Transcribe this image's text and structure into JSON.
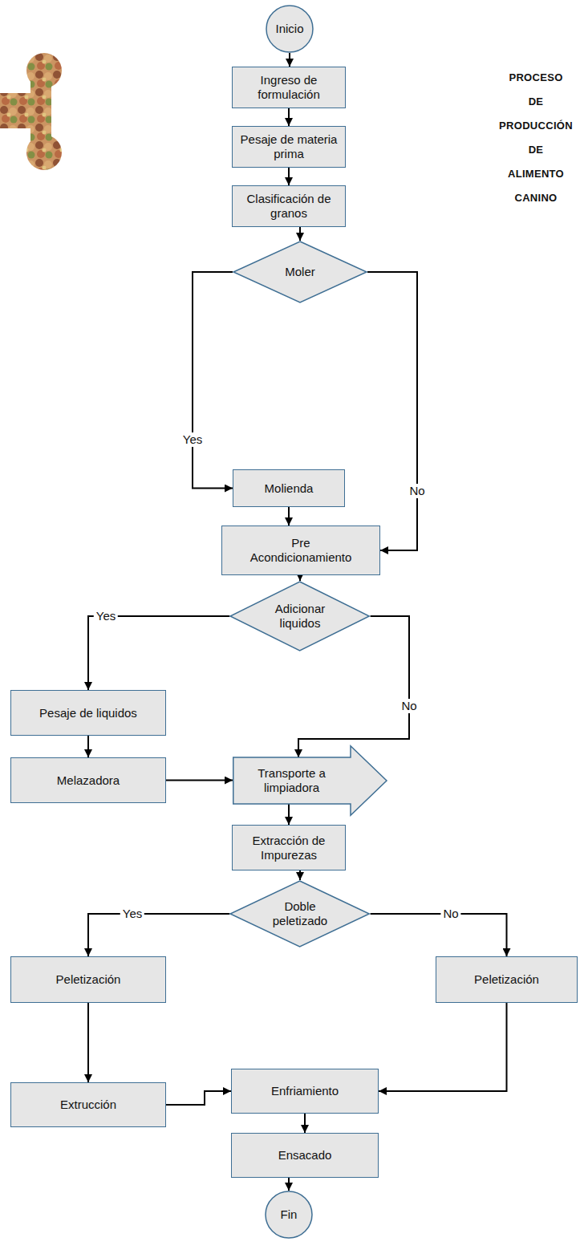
{
  "diagram": {
    "title": "PROCESO DE PRODUCCIÓN DE ALIMENTO CANINO",
    "nodes": [
      {
        "text": [
          "Inicio"
        ]
      },
      {
        "text": [
          "Ingreso de formulación"
        ]
      },
      {
        "text": [
          "Pesaje de materia prima"
        ]
      },
      {
        "text": [
          "Clasificación de granos"
        ]
      },
      {
        "text": [
          "Moler"
        ]
      },
      {
        "text": [
          "Molienda"
        ]
      },
      {
        "text": [
          "Pre Acondicionamiento"
        ]
      },
      {
        "text": [
          "Adicionar liquidos"
        ]
      },
      {
        "text": [
          "Pesaje de liquidos"
        ]
      },
      {
        "text": [
          "Melazadora"
        ]
      },
      {
        "text": [
          "Transporte a limpiadora"
        ]
      },
      {
        "text": [
          "Extracción de Impurezas"
        ]
      },
      {
        "text": [
          "Doble peletizado"
        ]
      },
      {
        "text": [
          "Peletización"
        ]
      },
      {
        "text": [
          "Peletización"
        ]
      },
      {
        "text": [
          "Extrucción"
        ]
      },
      {
        "text": [
          "Enfriamiento"
        ]
      },
      {
        "text": [
          "Ensacado"
        ]
      },
      {
        "text": [
          "Fin"
        ]
      }
    ],
    "edges": [
      {
        "from": 0,
        "to": 1,
        "arrow": "to"
      },
      {
        "from": 1,
        "to": 2,
        "arrow": "to"
      },
      {
        "from": 2,
        "to": 3,
        "arrow": "to"
      },
      {
        "from": 3,
        "to": 4,
        "arrow": "to"
      },
      {
        "from": 4,
        "to": 5,
        "label": "Yes",
        "arrow": "to"
      },
      {
        "from": 4,
        "to": 6,
        "label": "No",
        "arrow": "to"
      },
      {
        "from": 5,
        "to": 6,
        "arrow": "to"
      },
      {
        "from": 6,
        "to": 7,
        "arrow": "to"
      },
      {
        "from": 7,
        "to": 8,
        "label": "Yes",
        "arrow": "to"
      },
      {
        "from": 7,
        "to": 10,
        "label": "No",
        "arrow": "to"
      },
      {
        "from": 8,
        "to": 9,
        "arrow": "to"
      },
      {
        "from": 9,
        "to": 10,
        "arrow": "to"
      },
      {
        "from": 10,
        "to": 11,
        "arrow": "to"
      },
      {
        "from": 11,
        "to": 12,
        "arrow": "to"
      },
      {
        "from": 12,
        "to": 13,
        "label": "Yes",
        "arrow": "to"
      },
      {
        "from": 12,
        "to": 14,
        "label": "No",
        "arrow": "to"
      },
      {
        "from": 13,
        "to": 15,
        "arrow": "to"
      },
      {
        "from": 15,
        "to": 16,
        "arrow": "to"
      },
      {
        "from": 14,
        "to": 16,
        "arrow": "to"
      },
      {
        "from": 16,
        "to": 17,
        "arrow": "to"
      },
      {
        "from": 17,
        "to": 18,
        "arrow": "to"
      }
    ]
  }
}
